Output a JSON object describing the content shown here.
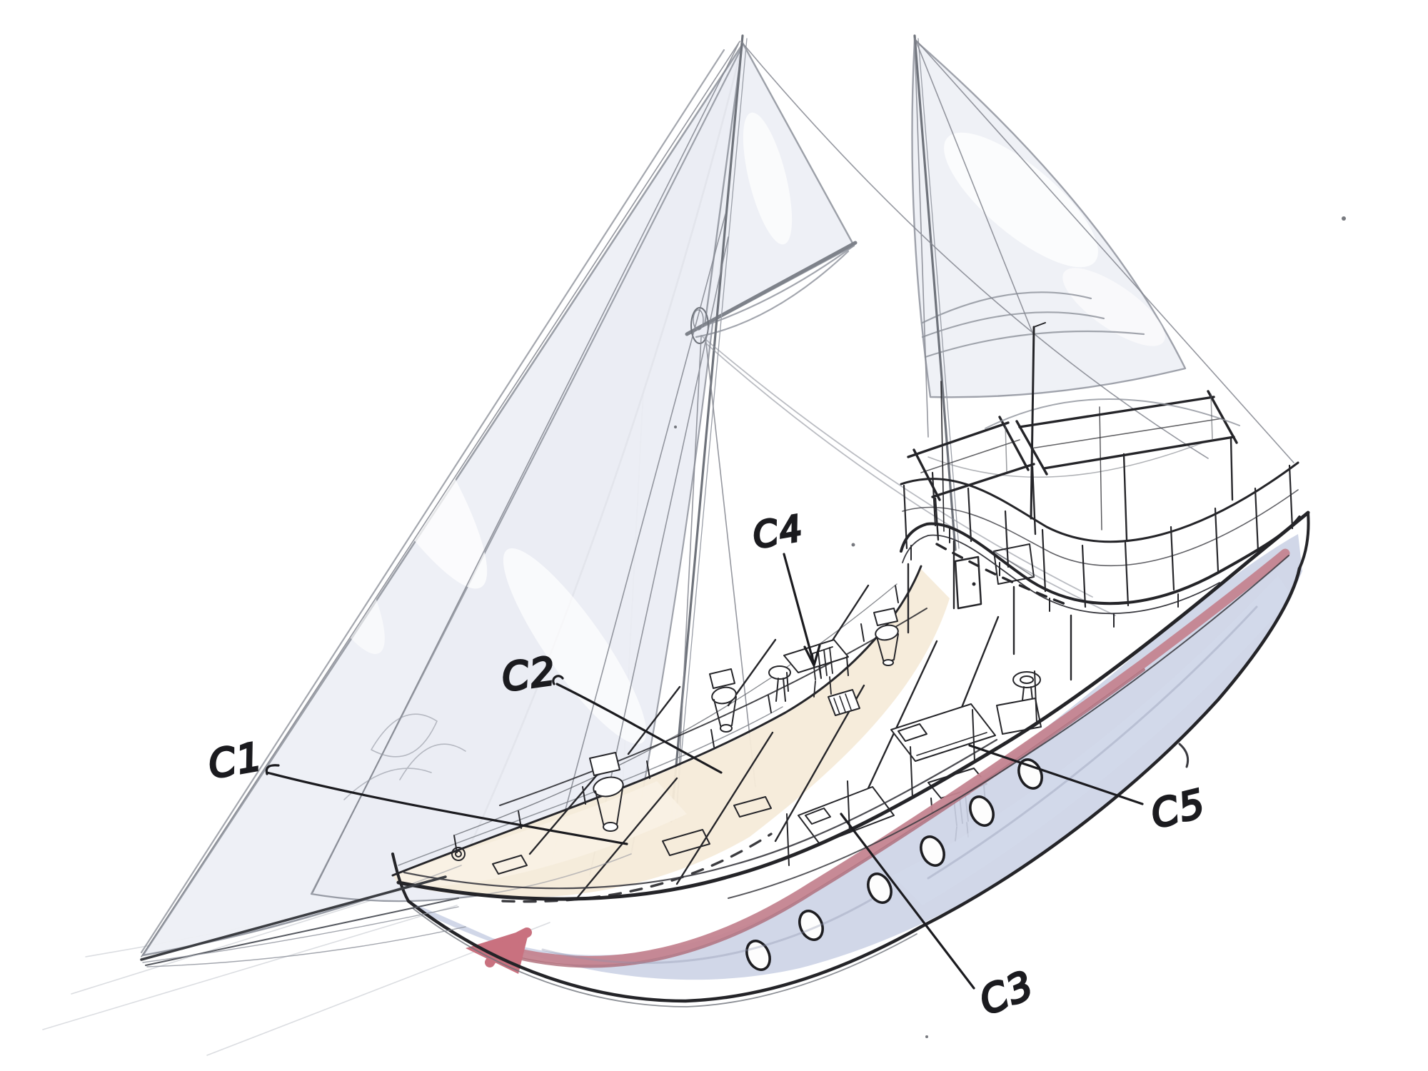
{
  "scene": {
    "description": "Hand-drawn concept sketch of a two-masted gulet-style sailing yacht shown in cutaway perspective, with five guest cabins marked by handwritten labels and leader lines",
    "medium": "pencil and ink sketch with light watercolor washes"
  },
  "cabin_labels": [
    {
      "label": "C1"
    },
    {
      "label": "C2"
    },
    {
      "label": "C3"
    },
    {
      "label": "C4"
    },
    {
      "label": "C5"
    }
  ],
  "colors": {
    "paper": "#ffffff",
    "ink": "#232327",
    "pencil_gray": "#8f939c",
    "sail_fill": "#eef0f6",
    "deck_wash": "#f6ebd9",
    "hull_wash": "#ccd3e6",
    "waterline_red": "#c48490",
    "waterline_red_dark": "#ae6a77"
  }
}
